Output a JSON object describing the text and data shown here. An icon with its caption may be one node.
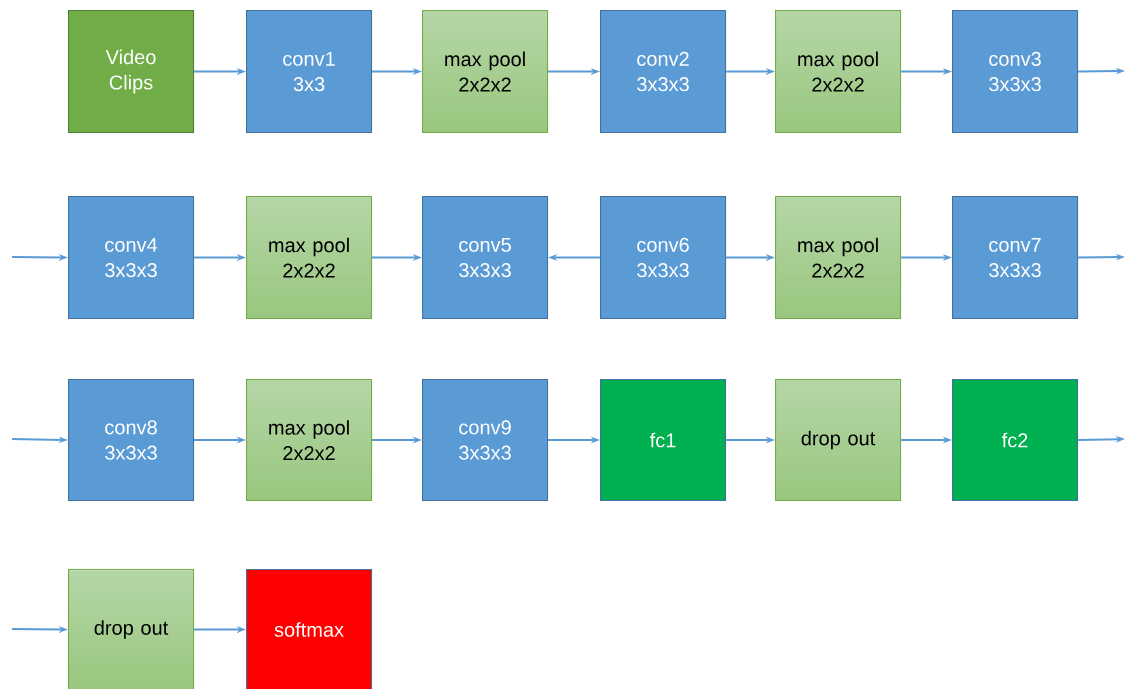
{
  "diagram": {
    "nodes": [
      {
        "text": [
          "Video Clips"
        ]
      },
      {
        "text": [
          "conv1",
          "3x3"
        ]
      },
      {
        "text": [
          "max pool",
          "2x2x2"
        ]
      },
      {
        "text": [
          "conv2",
          "3x3x3"
        ]
      },
      {
        "text": [
          "max pool",
          "2x2x2"
        ]
      },
      {
        "text": [
          "conv3",
          "3x3x3"
        ]
      },
      {
        "text": [
          "conv4",
          "3x3x3"
        ]
      },
      {
        "text": [
          "max pool",
          "2x2x2"
        ]
      },
      {
        "text": [
          "conv5",
          "3x3x3"
        ]
      },
      {
        "text": [
          "conv6",
          "3x3x3"
        ]
      },
      {
        "text": [
          "max pool",
          "2x2x2"
        ]
      },
      {
        "text": [
          "conv7",
          "3x3x3"
        ]
      },
      {
        "text": [
          "conv8",
          "3x3x3"
        ]
      },
      {
        "text": [
          "max pool",
          "2x2x2"
        ]
      },
      {
        "text": [
          "conv9",
          "3x3x3"
        ]
      },
      {
        "text": [
          "fc1"
        ]
      },
      {
        "text": [
          "drop out"
        ]
      },
      {
        "text": [
          "fc2"
        ]
      },
      {
        "text": [
          "drop out"
        ]
      },
      {
        "text": [
          "softmax"
        ]
      }
    ],
    "edges": [
      {
        "from": 0,
        "to": 1,
        "arrow": "to"
      },
      {
        "from": 1,
        "to": 2,
        "arrow": "to"
      },
      {
        "from": 2,
        "to": 3,
        "arrow": "to"
      },
      {
        "from": 3,
        "to": 4,
        "arrow": "to"
      },
      {
        "from": 4,
        "to": 5,
        "arrow": "to"
      },
      {
        "from": 5,
        "to": null,
        "arrow": "to"
      },
      {
        "from": null,
        "to": 6,
        "arrow": "to"
      },
      {
        "from": 6,
        "to": 7,
        "arrow": "to"
      },
      {
        "from": 7,
        "to": 8,
        "arrow": "to"
      },
      {
        "from": 9,
        "to": 8,
        "arrow": "to"
      },
      {
        "from": 9,
        "to": 10,
        "arrow": "to"
      },
      {
        "from": 10,
        "to": 11,
        "arrow": "to"
      },
      {
        "from": 11,
        "to": null,
        "arrow": "to"
      },
      {
        "from": null,
        "to": 12,
        "arrow": "to"
      },
      {
        "from": 12,
        "to": 13,
        "arrow": "to"
      },
      {
        "from": 13,
        "to": 14,
        "arrow": "to"
      },
      {
        "from": 14,
        "to": 15,
        "arrow": "to"
      },
      {
        "from": 15,
        "to": 16,
        "arrow": "to"
      },
      {
        "from": 16,
        "to": 17,
        "arrow": "to"
      },
      {
        "from": 17,
        "to": null,
        "arrow": "to"
      },
      {
        "from": null,
        "to": 18,
        "arrow": "to"
      },
      {
        "from": 18,
        "to": 19,
        "arrow": "to"
      }
    ]
  }
}
